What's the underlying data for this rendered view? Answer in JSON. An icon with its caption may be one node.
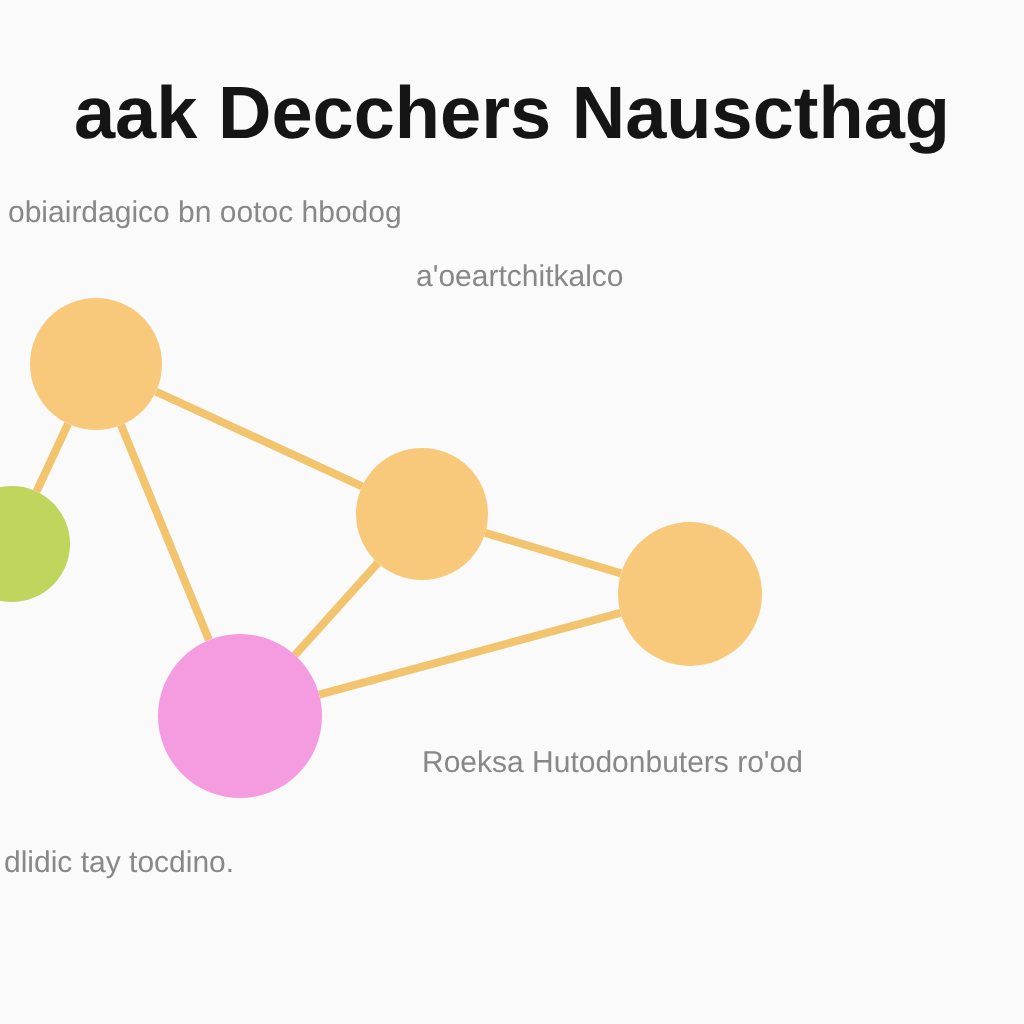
{
  "diagram": {
    "title": "aak Decchers Nauscthag",
    "nodes": [
      {
        "text": [],
        "shape": "circle"
      },
      {
        "text": [],
        "shape": "circle"
      },
      {
        "text": [],
        "shape": "circle"
      },
      {
        "text": [],
        "shape": "circle"
      },
      {
        "text": [],
        "shape": "circle"
      }
    ],
    "edges": [
      {
        "from": 0,
        "to": 1,
        "arrow": "none"
      },
      {
        "from": 0,
        "to": 2,
        "arrow": "none"
      },
      {
        "from": 0,
        "to": 4,
        "arrow": "none"
      },
      {
        "from": 2,
        "to": 4,
        "arrow": "none"
      },
      {
        "from": 2,
        "to": 3,
        "arrow": "none"
      },
      {
        "from": 4,
        "to": 3,
        "arrow": "none"
      }
    ],
    "labels": [
      "obiairdagico bn ootoc hbodog",
      "a'oeartchitkalco",
      "Roeksa Hutodonbuters ro'od",
      "dlidic tay tocdino."
    ]
  }
}
